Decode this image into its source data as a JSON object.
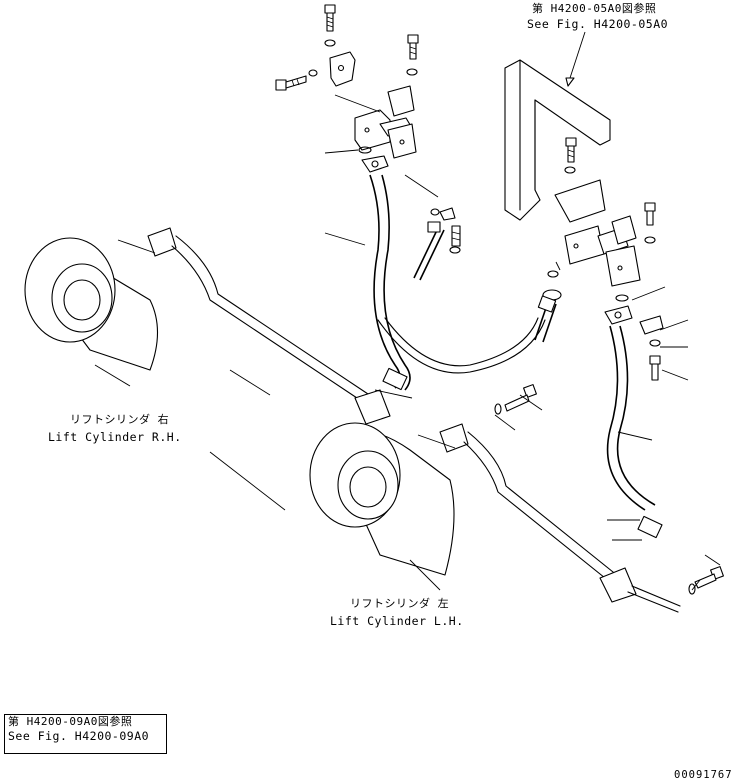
{
  "ref_top": {
    "jp": "第 H4200-05A0図参照",
    "en": "See Fig. H4200-05A0"
  },
  "ref_bottom": {
    "jp": "第 H4200-09A0図参照",
    "en": "See Fig. H4200-09A0"
  },
  "cylinder_rh": {
    "jp": "リフトシリンダ 右",
    "en": "Lift Cylinder R.H."
  },
  "cylinder_lh": {
    "jp": "リフトシリンダ 左",
    "en": "Lift Cylinder L.H."
  },
  "drawing_number": "00091767"
}
